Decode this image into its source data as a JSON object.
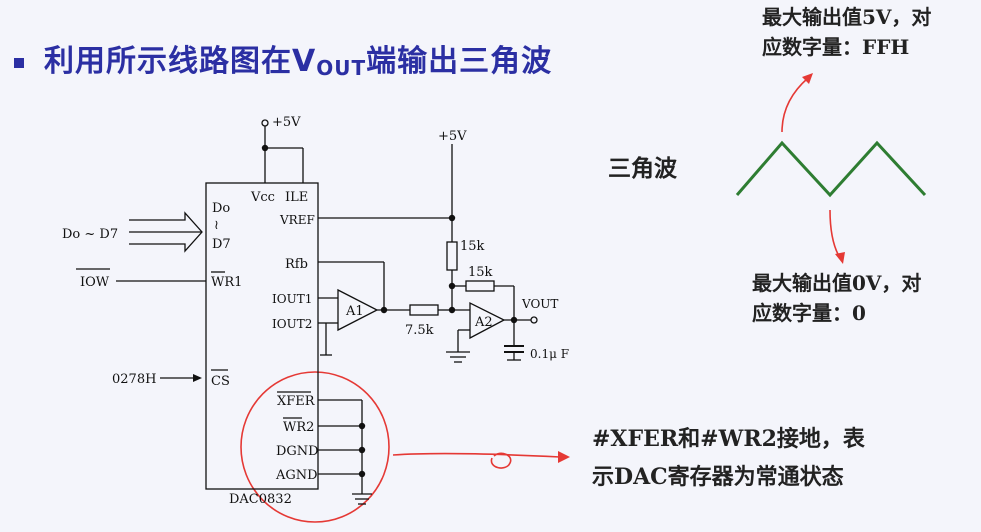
{
  "title": {
    "prefix": "利用所示线路图在V",
    "sub": "OUT",
    "suffix": "端输出三角波"
  },
  "notes": {
    "max5v_line1": "最大输出值5V，对",
    "max5v_line2": "应数字量：FFH",
    "wave_label": "三角波",
    "max0v_line1": "最大输出值0V，对",
    "max0v_line2": "应数字量：0",
    "xfer_line1": "#XFER和#WR2接地，表",
    "xfer_line2": "示DAC寄存器为常通状态"
  },
  "circuit": {
    "vcc1": "+5V",
    "vcc2": "+5V",
    "pin_vcc": "Vcc",
    "pin_ile": "ILE",
    "pin_vref": "VREF",
    "pin_rfb": "Rfb",
    "pin_iout1": "IOUT1",
    "pin_iout2": "IOUT2",
    "pin_d0": "Do",
    "pin_tilde": "≀",
    "pin_d7": "D7",
    "pin_wr1": "WR1",
    "pin_cs": "CS",
    "pin_xfer": "XFER",
    "pin_wr2": "WR2",
    "pin_dgnd": "DGND",
    "pin_agnd": "AGND",
    "chip_name": "DAC0832",
    "data_in": "Do ~ D7",
    "iow": "IOW",
    "addr": "0278H",
    "r_15k_a": "15k",
    "r_15k_b": "15k",
    "r_7_5k": "7.5k",
    "amp1": "A1",
    "amp2": "A2",
    "vout": "VOUT",
    "cap": "0.1μ F"
  },
  "colors": {
    "title": "#2b2fa3",
    "wave": "#2e7d32",
    "arrow": "#e53935",
    "wire": "#111111"
  }
}
